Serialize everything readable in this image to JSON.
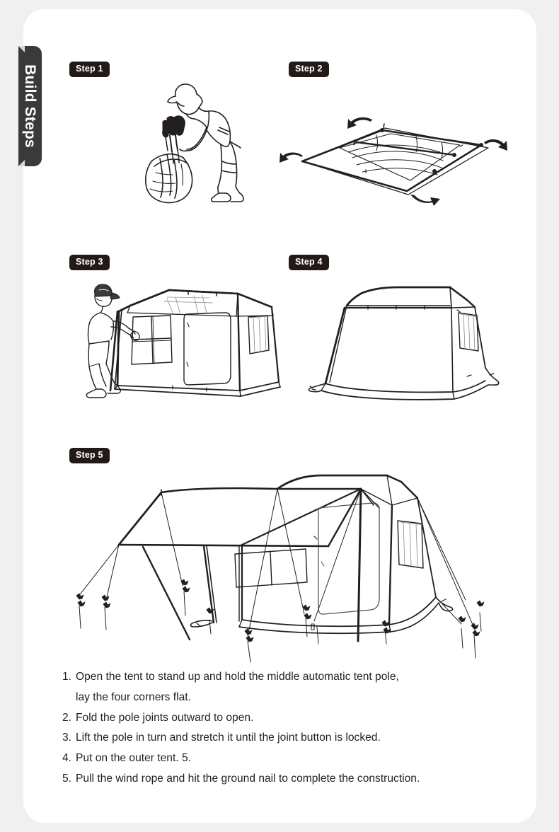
{
  "page": {
    "background_color": "#f0f0f0",
    "card_color": "#ffffff"
  },
  "side_tab": {
    "label": "Build Steps",
    "color": "#3a3a3a",
    "text_color": "#ffffff"
  },
  "badge_color": "#231a17",
  "steps": [
    {
      "id": "step-1",
      "label": "Step 1",
      "illustration": "person-unpacking-tent-from-bag",
      "description": "A person bending over to remove the folded tent from its carry bag"
    },
    {
      "id": "step-2",
      "label": "Step 2",
      "illustration": "tent-laid-flat-with-outward-arrows",
      "description": "The tent laid flat on the ground with four curved arrows pointing outward at the corners"
    },
    {
      "id": "step-3",
      "label": "Step 3",
      "illustration": "person-raising-inner-tent",
      "description": "A person lifting the automatic pole to raise the inner tent with windows and door"
    },
    {
      "id": "step-4",
      "label": "Step 4",
      "illustration": "outer-tent-fly-installed",
      "description": "The outer tent fly fitted over the erected inner tent"
    },
    {
      "id": "step-5",
      "label": "Step 5",
      "illustration": "tent-with-awning-guy-lines-and-stakes",
      "description": "Completed tent with extended awning canopy, guy ropes pulled taut and ground nails hammered in"
    }
  ],
  "instructions": {
    "items": [
      {
        "number": "1.",
        "lines": [
          "Open the tent to stand up and hold the middle automatic tent pole,",
          "lay the four corners flat."
        ]
      },
      {
        "number": "2.",
        "lines": [
          "Fold the pole joints outward to open."
        ]
      },
      {
        "number": "3.",
        "lines": [
          "Lift the pole in turn and stretch it until the joint button is locked."
        ]
      },
      {
        "number": "4.",
        "lines": [
          "Put on the outer tent. 5."
        ]
      },
      {
        "number": "5.",
        "lines": [
          "Pull the wind rope and hit the ground nail to complete the construction."
        ]
      }
    ]
  }
}
